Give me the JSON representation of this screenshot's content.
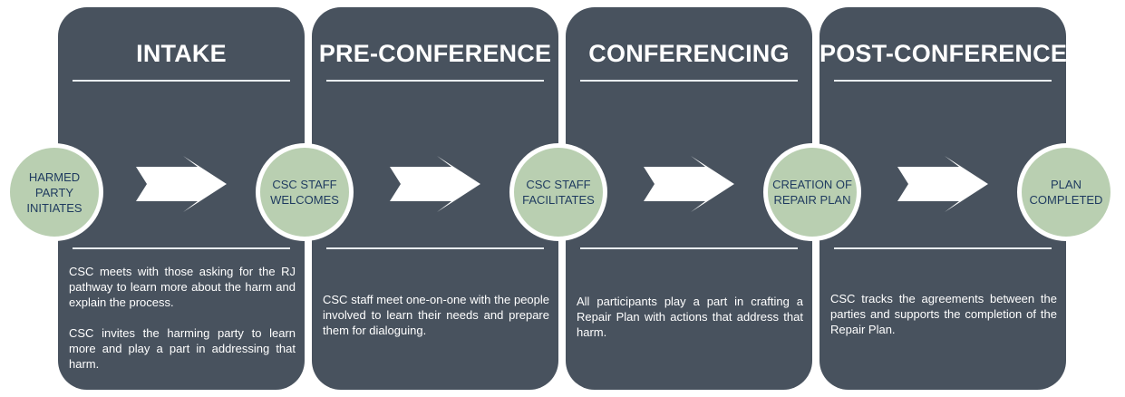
{
  "stages": [
    {
      "title": "INTAKE",
      "description": [
        "CSC meets with those asking for the RJ pathway to learn more about the harm and explain the process.",
        "CSC invites the harming party to learn more and play a part in addressing that harm."
      ]
    },
    {
      "title": "PRE-CONFERENCE",
      "description": [
        "CSC staff meet one-on-one with the people involved to learn their needs and prepare them for dialoguing."
      ]
    },
    {
      "title": "CONFERENCING",
      "description": [
        "All participants play a part in crafting a Repair Plan with actions that address that harm."
      ]
    },
    {
      "title": "POST-CONFERENCE",
      "description": [
        "CSC tracks the agreements between the parties and supports the completion of the Repair Plan."
      ]
    }
  ],
  "nodes": [
    {
      "line1": "HARMED PARTY",
      "line2": "INITIATES"
    },
    {
      "line1": "CSC STAFF",
      "line2": "WELCOMES"
    },
    {
      "line1": "CSC STAFF",
      "line2": "FACILITATES"
    },
    {
      "line1": "CREATION OF",
      "line2": "REPAIR PLAN"
    },
    {
      "line1": "PLAN",
      "line2": "COMPLETED"
    }
  ],
  "colors": {
    "panel": "#48525e",
    "node_fill": "#b9cfb1",
    "node_text": "#1e3a5f",
    "arrow": "#ffffff"
  }
}
